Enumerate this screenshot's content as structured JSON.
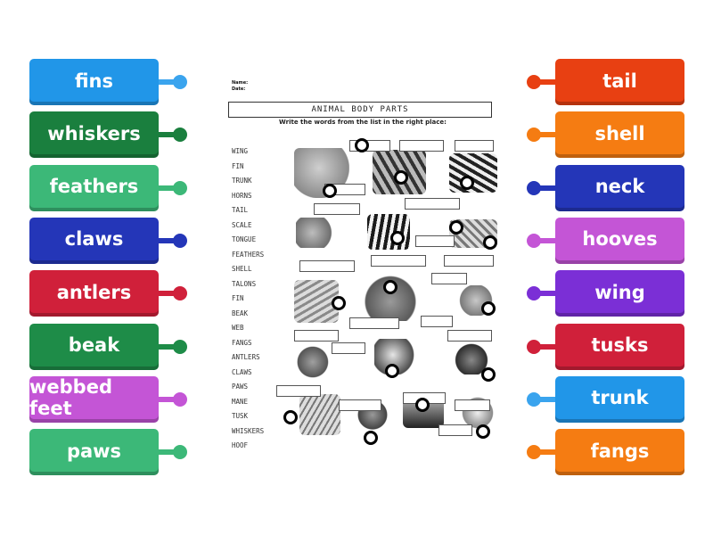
{
  "left_items": [
    {
      "label": "fins",
      "color": "#2196e8",
      "dot": "#3aa4ee"
    },
    {
      "label": "whiskers",
      "color": "#1a7f3e",
      "dot": "#1a7f3e"
    },
    {
      "label": "feathers",
      "color": "#3cb878",
      "dot": "#3cb878"
    },
    {
      "label": "claws",
      "color": "#2436b8",
      "dot": "#2436b8"
    },
    {
      "label": "antlers",
      "color": "#d0203a",
      "dot": "#d0203a"
    },
    {
      "label": "beak",
      "color": "#1e8c48",
      "dot": "#1e8c48"
    },
    {
      "label": "webbed feet",
      "color": "#c455d6",
      "dot": "#c455d6"
    },
    {
      "label": "paws",
      "color": "#3cb878",
      "dot": "#3cb878"
    }
  ],
  "right_items": [
    {
      "label": "tail",
      "color": "#e84012",
      "dot": "#e84012"
    },
    {
      "label": "shell",
      "color": "#f57c12",
      "dot": "#f57c12"
    },
    {
      "label": "neck",
      "color": "#2436b8",
      "dot": "#2436b8"
    },
    {
      "label": "hooves",
      "color": "#c455d6",
      "dot": "#c455d6"
    },
    {
      "label": "wing",
      "color": "#7b2fd6",
      "dot": "#7b2fd6"
    },
    {
      "label": "tusks",
      "color": "#d0203a",
      "dot": "#d0203a"
    },
    {
      "label": "trunk",
      "color": "#2196e8",
      "dot": "#3aa4ee"
    },
    {
      "label": "fangs",
      "color": "#f57c12",
      "dot": "#f57c12"
    }
  ],
  "worksheet": {
    "name_label": "Name:",
    "date_label": "Date:",
    "title": "ANIMAL BODY PARTS",
    "instruction": "Write the words from the list in the right place:",
    "words": [
      "WING",
      "FIN",
      "TRUNK",
      "HORNS",
      "TAIL",
      "SCALE",
      "TONGUE",
      "FEATHERS",
      "SHELL",
      "TALONS",
      "FIN",
      "BEAK",
      "WEB",
      "FANGS",
      "ANTLERS",
      "CLAWS",
      "PAWS",
      "MANE",
      "TUSK",
      "WHISKERS",
      "HOOF"
    ]
  }
}
